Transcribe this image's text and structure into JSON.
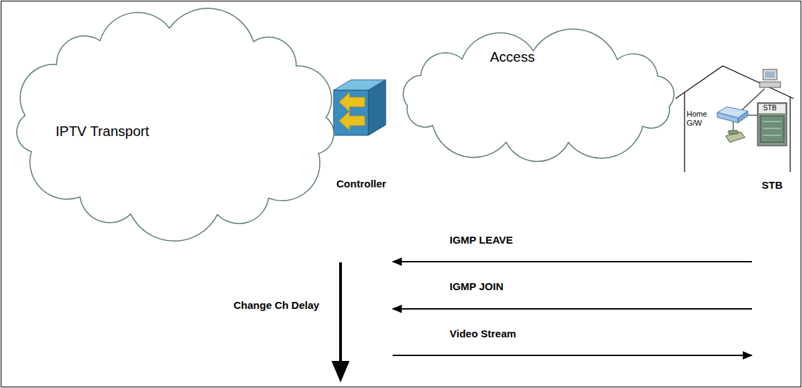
{
  "diagram": {
    "nodes": [
      {
        "text": [
          "IPTV Transport"
        ]
      },
      {
        "text": [
          "Controller"
        ]
      },
      {
        "text": [
          "Access"
        ]
      },
      {
        "text": [
          "STB",
          "STB"
        ]
      }
    ],
    "edges": [
      {
        "from": 3,
        "to": 1,
        "arrow": "to",
        "label": "IGMP LEAVE"
      },
      {
        "from": 3,
        "to": 1,
        "arrow": "to",
        "label": "IGMP JOIN"
      },
      {
        "from": 1,
        "to": 3,
        "arrow": "to",
        "label": "Video Stream"
      }
    ],
    "labels": [
      "Home G/W",
      "Change Ch Delay"
    ]
  }
}
